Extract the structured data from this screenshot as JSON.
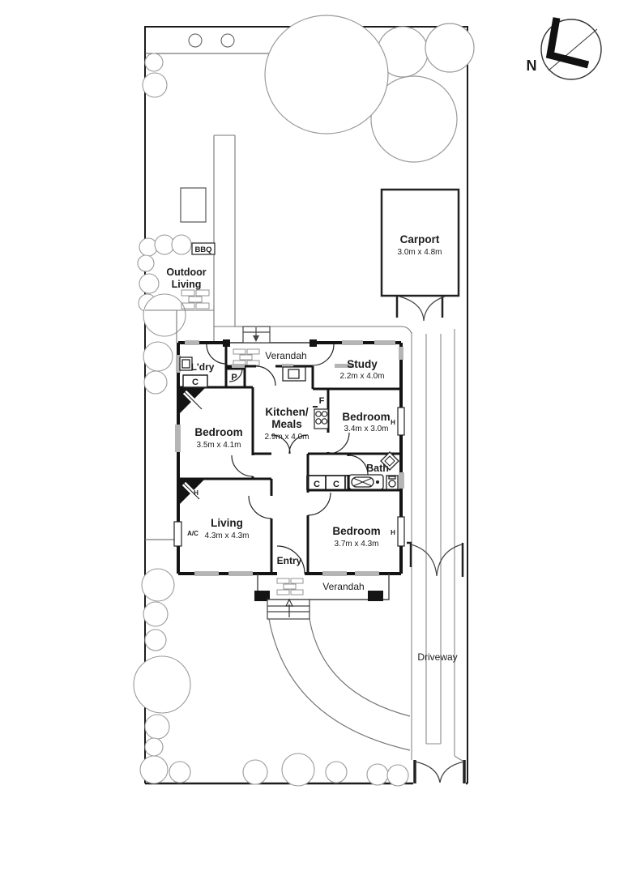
{
  "compass": {
    "north": "N"
  },
  "site": {
    "bbq": "BBQ",
    "outdoor_living_line1": "Outdoor",
    "outdoor_living_line2": "Living",
    "carport_name": "Carport",
    "carport_dims": "3.0m x 4.8m",
    "driveway": "Driveway"
  },
  "house": {
    "verandah_top": "Verandah",
    "verandah_bottom": "Verandah",
    "entry": "Entry",
    "laundry": "L'dry",
    "study_name": "Study",
    "study_dims": "2.2m x 4.0m",
    "kitchen_line1": "Kitchen/",
    "kitchen_line2": "Meals",
    "kitchen_dims": "2.9m x 4.0m",
    "bedroom2_name": "Bedroom",
    "bedroom2_dims": "3.4m x 3.0m",
    "bedroom1_name": "Bedroom",
    "bedroom1_dims": "3.5m x 4.1m",
    "bedroom3_name": "Bedroom",
    "bedroom3_dims": "3.7m x 4.3m",
    "living_name": "Living",
    "living_dims": "4.3m x 4.3m",
    "bath": "Bath",
    "marks": {
      "c": "C",
      "p": "P",
      "f": "F",
      "h": "H",
      "ac": "A/C"
    }
  }
}
